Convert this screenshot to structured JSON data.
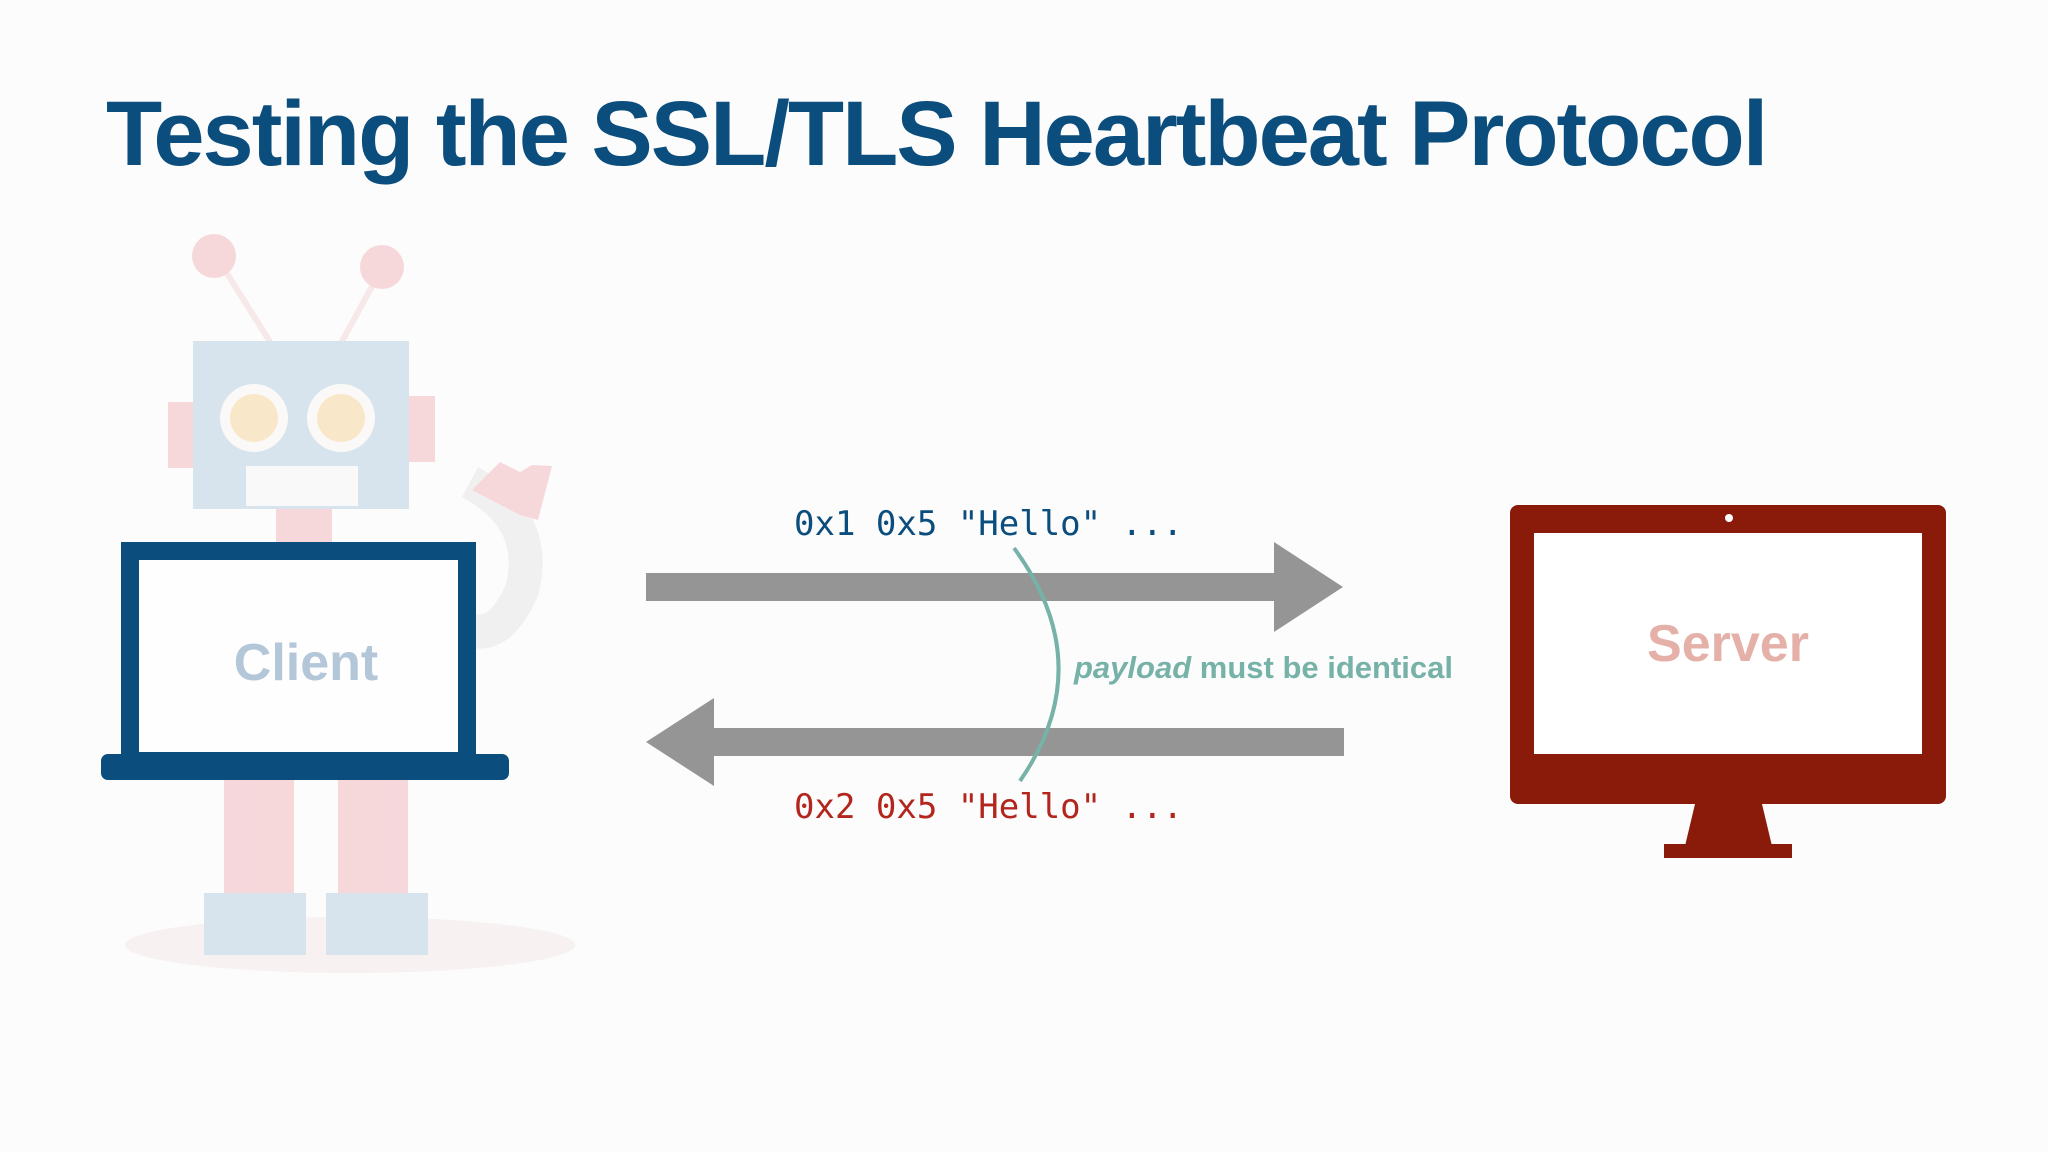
{
  "slide": {
    "title": "Testing the SSL/TLS Heartbeat Protocol"
  },
  "client": {
    "label": "Client"
  },
  "server": {
    "label": "Server"
  },
  "request": {
    "type": "0x1",
    "length": "0x5",
    "payload": "\"Hello\"",
    "ellipsis": "..."
  },
  "response": {
    "type": "0x2",
    "length": "0x5",
    "payload": "\"Hello\"",
    "ellipsis": "..."
  },
  "annotation": {
    "emphasis": "payload",
    "rest": " must be identical"
  },
  "colors": {
    "title": "#0b4d7d",
    "client_blue": "#0b4d7d",
    "server_red": "#8a1a0a",
    "request_text": "#0b4d7d",
    "response_text": "#b3261e",
    "arrow_gray": "#959595",
    "annotation_teal": "#76b2a8"
  }
}
